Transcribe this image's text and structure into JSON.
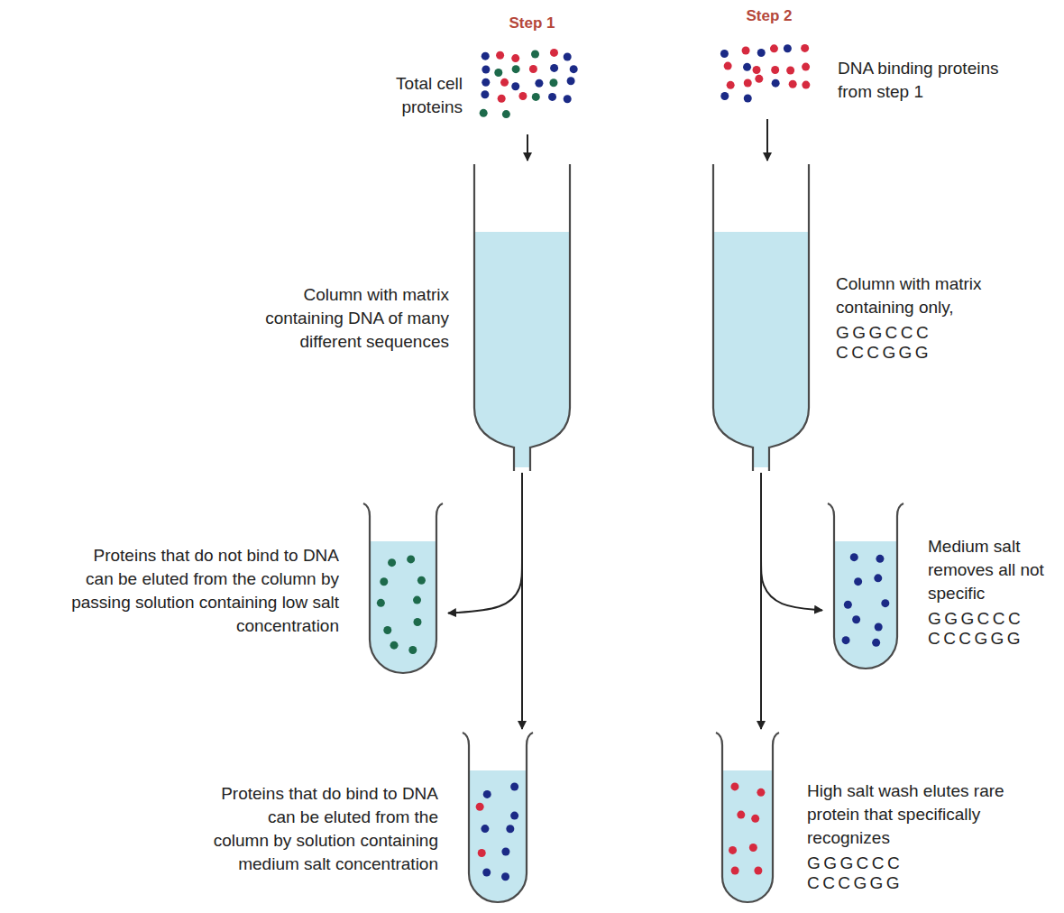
{
  "diagram": {
    "nodes": [
      {
        "text": [
          "Total cell proteins"
        ]
      },
      {
        "text": [
          "Column with matrix containing DNA of many different sequences"
        ]
      },
      {
        "text": [
          "Proteins that do not bind to DNA can be eluted from the column by passing solution containing low salt concentration"
        ]
      },
      {
        "text": [
          "Proteins that do bind to DNA can be eluted from the column by solution containing medium salt concentration"
        ]
      },
      {
        "text": [
          "DNA binding proteins from step 1"
        ]
      },
      {
        "text": [
          "Column with matrix containing only,",
          "GGGCCC CCCGGG"
        ]
      },
      {
        "text": [
          "Medium salt removes all not specific",
          "GGGCCC CCCGGG"
        ]
      },
      {
        "text": [
          "High salt wash elutes rare protein that specifically recognizes",
          "GGGCCC CCCGGG"
        ]
      }
    ],
    "edges": [
      {
        "from": 0,
        "to": 1,
        "arrow": "to"
      },
      {
        "from": 1,
        "to": 2,
        "arrow": "to"
      },
      {
        "from": 1,
        "to": 3,
        "arrow": "to"
      },
      {
        "from": 4,
        "to": 5,
        "arrow": "to"
      },
      {
        "from": 5,
        "to": 6,
        "arrow": "to"
      },
      {
        "from": 5,
        "to": 7,
        "arrow": "to"
      }
    ],
    "labels": [
      "Step 1",
      "Step 2"
    ]
  }
}
